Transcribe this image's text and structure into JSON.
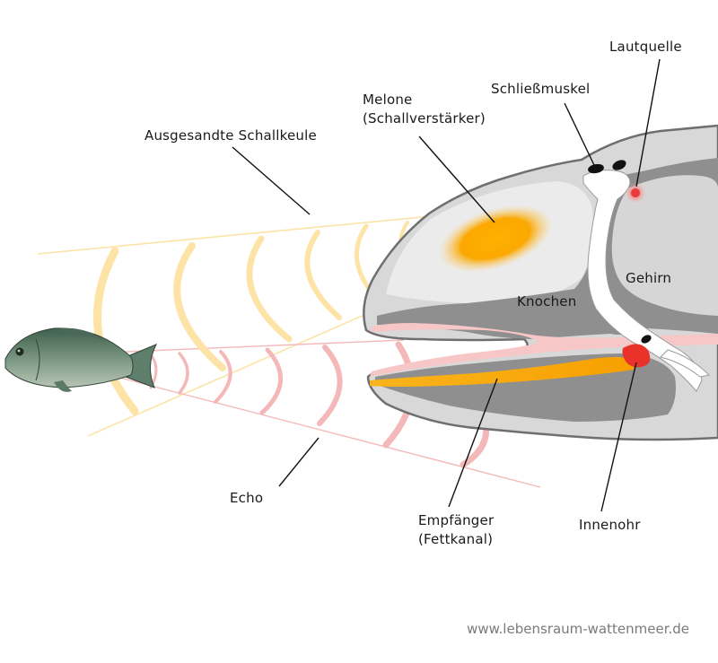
{
  "labels": {
    "lautquelle": "Lautquelle",
    "schliessmuskel": "Schließmuskel",
    "melone": "Melone",
    "melone_sub": "(Schallverstärker)",
    "schallkeule": "Ausgesandte Schallkeule",
    "knochen": "Knochen",
    "gehirn": "Gehirn",
    "echo": "Echo",
    "empfaenger": "Empfänger",
    "empfaenger_sub": "(Fettkanal)",
    "innenohr": "Innenohr"
  },
  "credit": "www.lebensraum-wattenmeer.de",
  "colors": {
    "outgoing_wave": "#fde3a6",
    "echo_wave": "#f5b8b8",
    "melon": "#fba800",
    "fat_channel": "#f7a700",
    "skin": "#d8d8d8",
    "bone": "#909090",
    "inner_ear": "#e8322a"
  }
}
